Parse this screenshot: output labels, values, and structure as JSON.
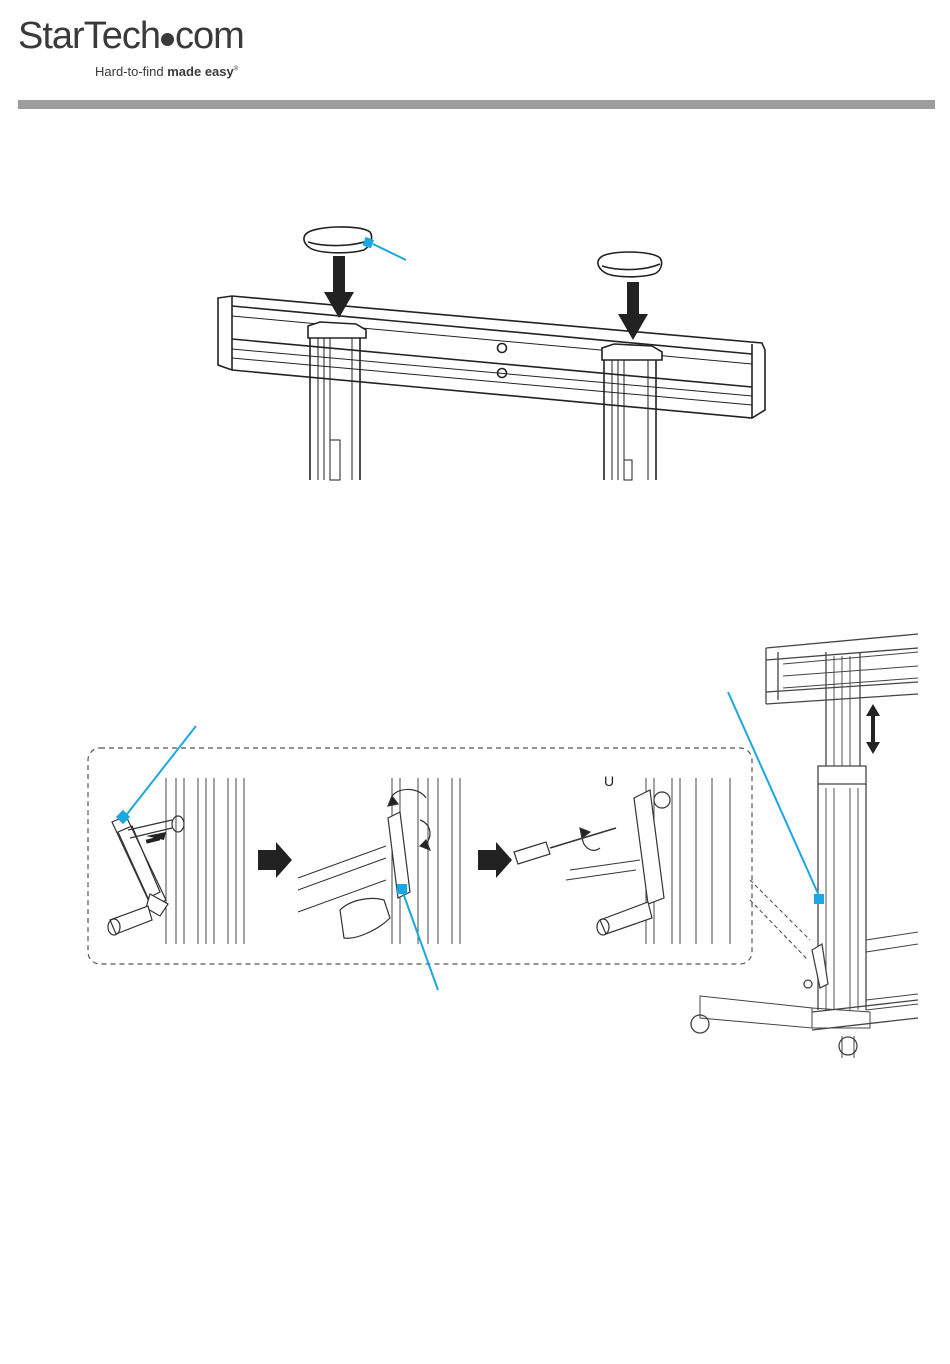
{
  "brand": {
    "name_part1": "StarTech",
    "name_part2": "com",
    "tagline_light": "Hard-to-find ",
    "tagline_bold": "made easy",
    "tagline_mark": "®"
  },
  "colors": {
    "accent_gray": "#9d9d9d",
    "callout_blue": "#1ba7e1",
    "line_art": "#222222"
  },
  "figure_labels": {
    "step3_mark": "U"
  }
}
